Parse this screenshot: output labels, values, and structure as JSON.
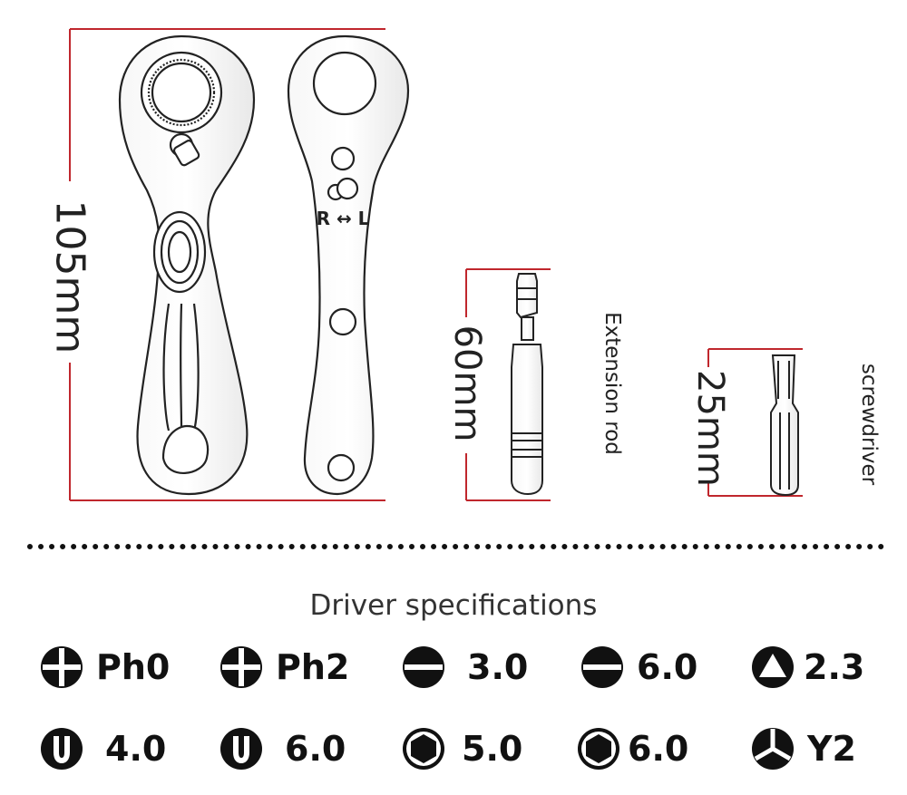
{
  "dimensions": {
    "wrench_length": "105mm",
    "extension_length": "60mm",
    "bit_length": "25mm"
  },
  "labels": {
    "extension": "Extension rod",
    "bit": "screwdriver",
    "direction": "R ↔ L"
  },
  "specs": {
    "title": "Driver specifications",
    "items": [
      {
        "icon": "phillips-icon",
        "label": "Ph0"
      },
      {
        "icon": "phillips-icon",
        "label": "Ph2"
      },
      {
        "icon": "slotted-icon",
        "label": "3.0"
      },
      {
        "icon": "slotted-icon",
        "label": "6.0"
      },
      {
        "icon": "triangle-icon",
        "label": "2.3"
      },
      {
        "icon": "u-shape-icon",
        "label": "4.0"
      },
      {
        "icon": "u-shape-icon",
        "label": "6.0"
      },
      {
        "icon": "hex-icon",
        "label": "5.0"
      },
      {
        "icon": "hex-icon",
        "label": "6.0"
      },
      {
        "icon": "y-type-icon",
        "label": "Y2"
      }
    ]
  },
  "colors": {
    "dimension_line": "#c0272d",
    "ink": "#111111"
  }
}
